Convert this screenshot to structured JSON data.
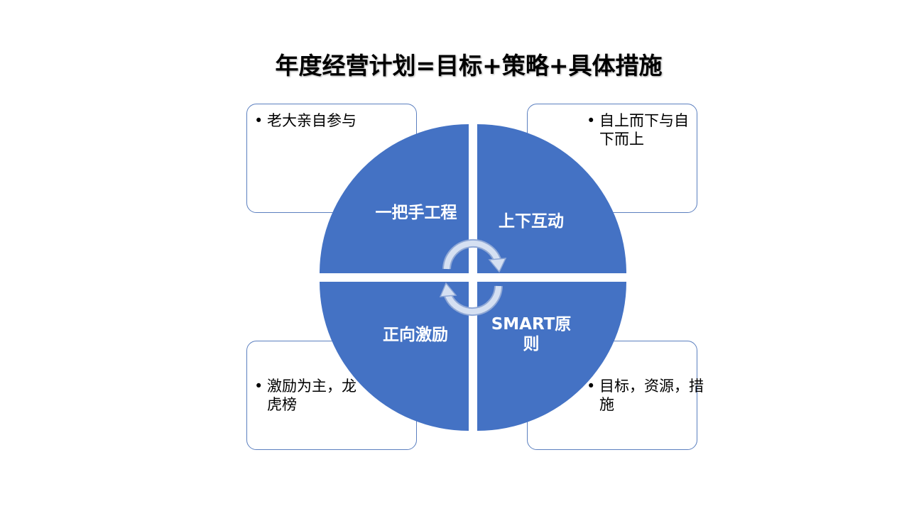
{
  "title": "年度经营计划=目标+策略+具体措施",
  "quadrants": {
    "top_left": {
      "label": "一把手工程",
      "note": "老大亲自参与"
    },
    "top_right": {
      "label": "上下互动",
      "note": "自上而下与自下而上"
    },
    "bottom_left": {
      "label": "正向激励",
      "note": "激励为主，龙虎榜"
    },
    "bottom_right": {
      "label": "SMART原则",
      "note": "目标，资源，措施"
    }
  },
  "bullet_glyph": "•",
  "center_icon": "circular-arrows-icon",
  "colors": {
    "quadrant_fill": "#4472c4",
    "box_border": "#5b7fbf",
    "arrow_fill": "#b4c5e4",
    "text_on_quadrant": "#ffffff"
  }
}
